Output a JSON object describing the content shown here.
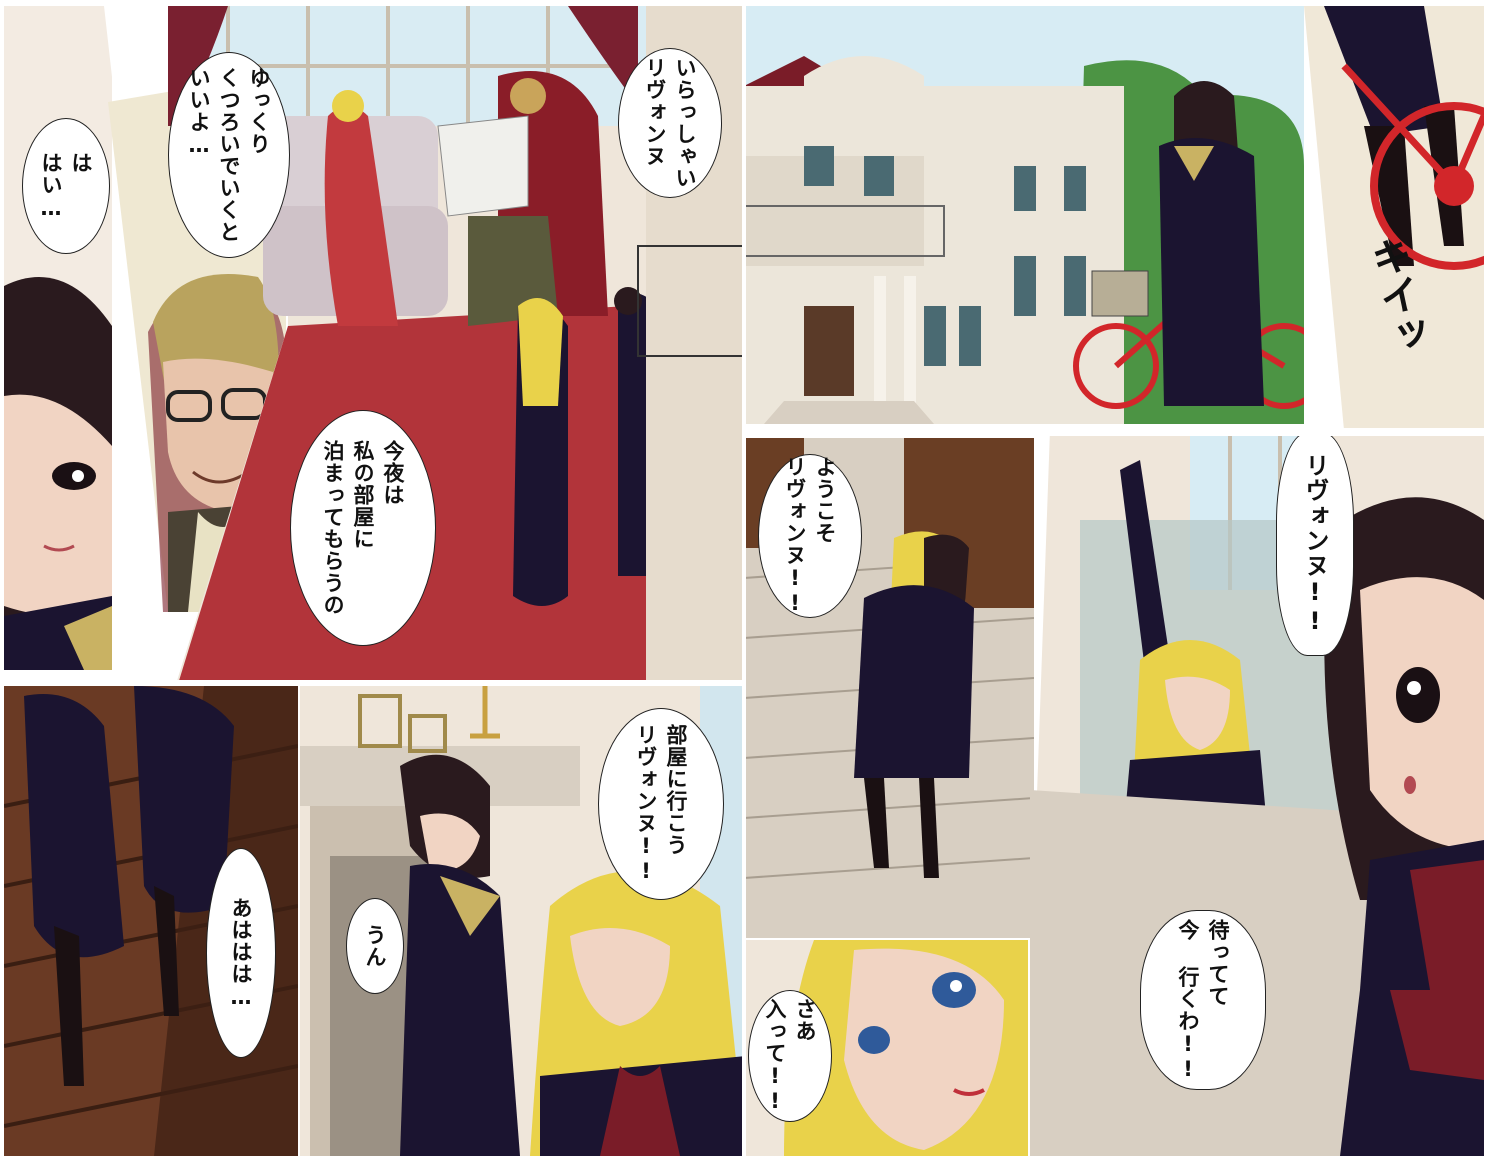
{
  "colors": {
    "carpet": "#b2343a",
    "uniform": "#1b1430",
    "blonde_hair": "#e9d24a",
    "dark_hair": "#2a1a1e",
    "sky": "#d7ecf4",
    "foliage": "#4c9444",
    "bicycle": "#d2262a",
    "mansion_wall": "#ece6da",
    "roof": "#7a1c28",
    "stone": "#d8cfc2"
  },
  "left_page": {
    "p1": {
      "bubble": "は\nはい…"
    },
    "p2": {
      "bubble": "ゆっくり\nくつろいでいくと\nいいよ…"
    },
    "p3": {
      "bubble_welcome": "いらっしゃい\nリヴォンヌ",
      "bubble_tonight": "今夜は\n私の部屋に\n泊まってもらうの"
    },
    "p4": {
      "bubble": "あははは…"
    },
    "p5": {
      "bubble_room": "部屋に行こう\nリヴォンヌ!!",
      "bubble_un": "うん"
    }
  },
  "right_page": {
    "p1": {},
    "p2": {
      "sfx": "キイッ"
    },
    "p3": {
      "bubble": "ようこそ\nリヴォンヌ!!"
    },
    "p4": {
      "bubble": "リヴォンヌ!!"
    },
    "p5": {
      "bubble": "待ってて\n今 行くわ!!"
    },
    "p6": {
      "bubble": "さあ\n入って!!"
    }
  }
}
